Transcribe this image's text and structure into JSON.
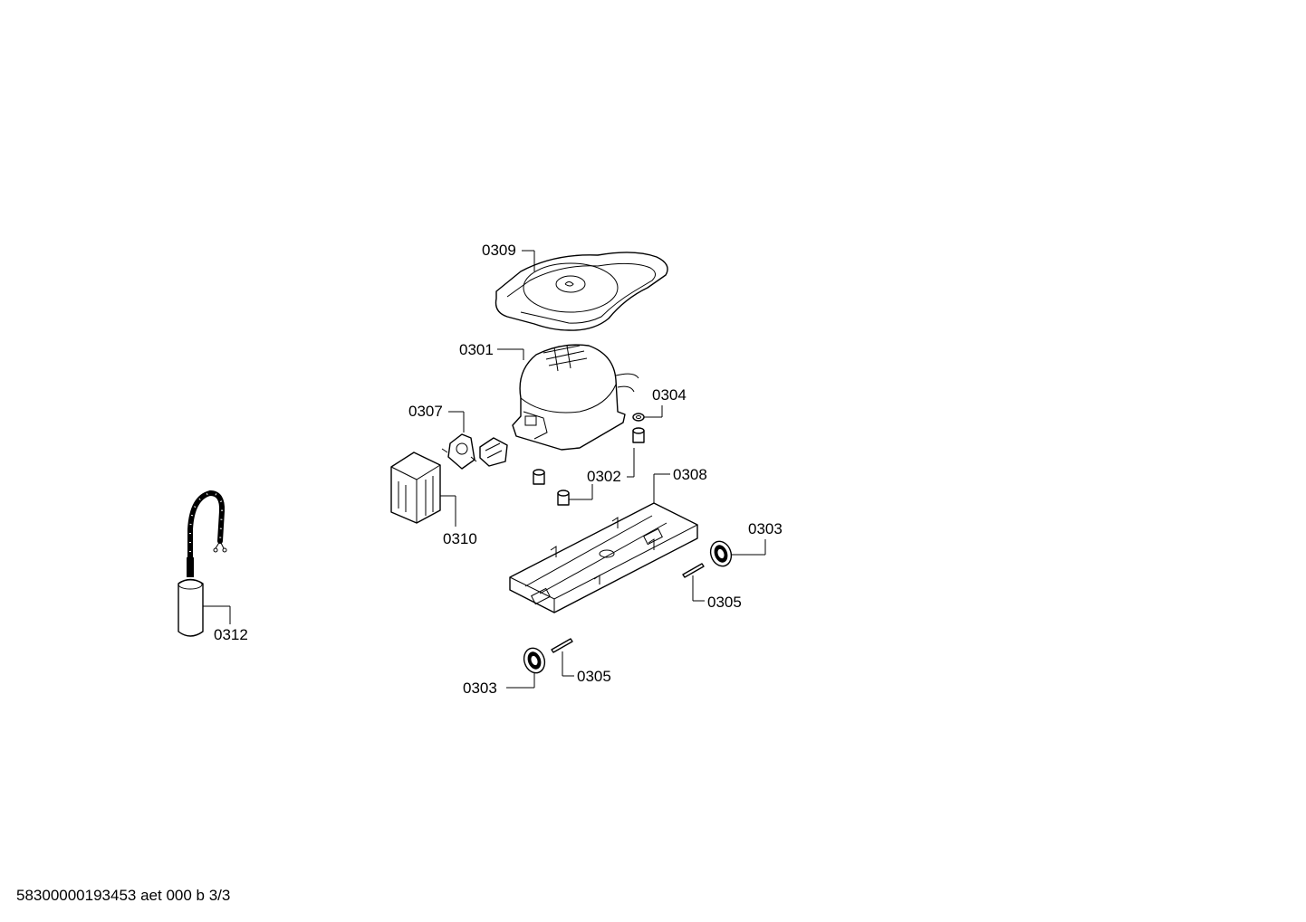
{
  "document_id": "58300000193453 aet 000 b 3/3",
  "callouts": [
    {
      "key": "c0309",
      "text": "0309"
    },
    {
      "key": "c0301",
      "text": "0301"
    },
    {
      "key": "c0304",
      "text": "0304"
    },
    {
      "key": "c0307",
      "text": "0307"
    },
    {
      "key": "c0302",
      "text": "0302"
    },
    {
      "key": "c0308",
      "text": "0308"
    },
    {
      "key": "c0310",
      "text": "0310"
    },
    {
      "key": "c0303a",
      "text": "0303"
    },
    {
      "key": "c0305a",
      "text": "0305"
    },
    {
      "key": "c0312",
      "text": "0312"
    },
    {
      "key": "c0305b",
      "text": "0305"
    },
    {
      "key": "c0303b",
      "text": "0303"
    }
  ]
}
